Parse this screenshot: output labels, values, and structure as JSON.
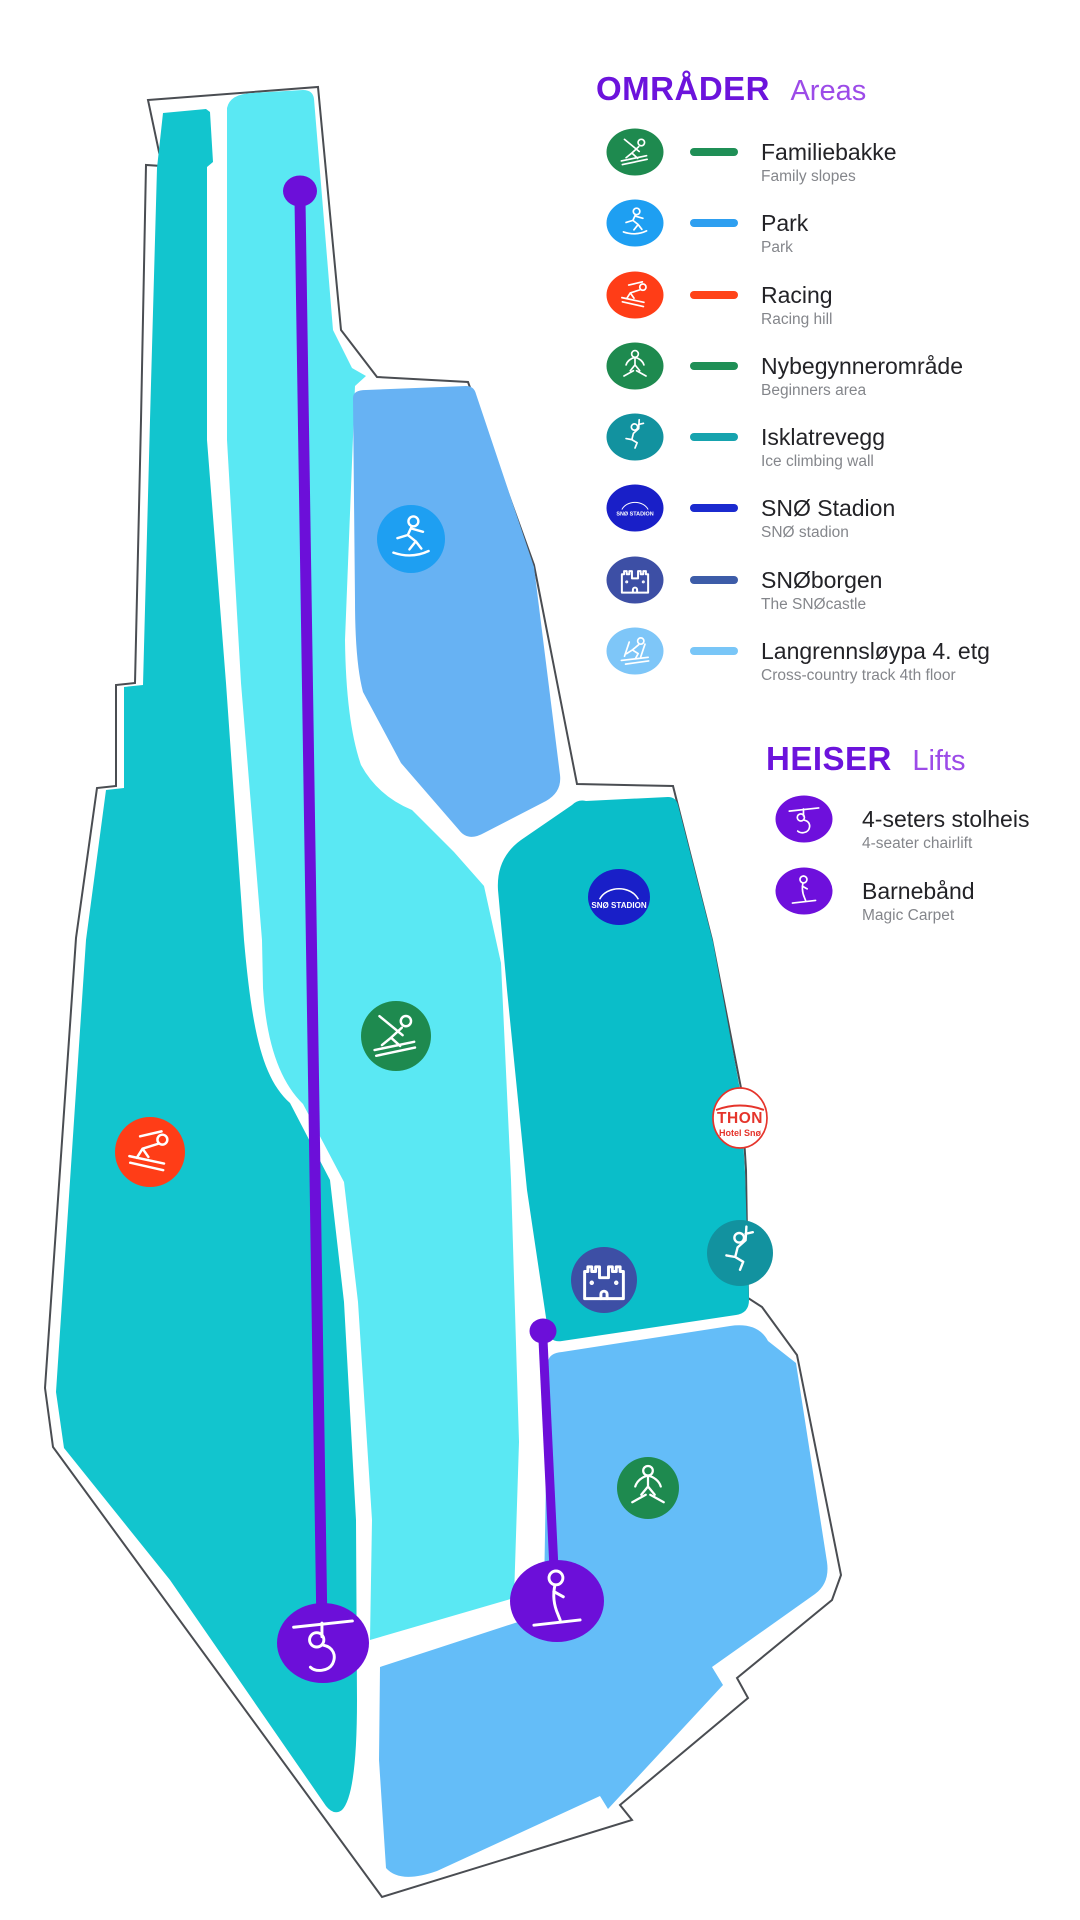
{
  "legend": {
    "areas_header": {
      "title": "OMRÅDER",
      "subtitle": "Areas"
    },
    "lifts_header": {
      "title": "HEISER",
      "subtitle": "Lifts"
    },
    "areas": [
      {
        "label": "Familiebakke",
        "sublabel": "Family slopes",
        "swatch": "#1F8F56",
        "icon_bg": "#1E8A4F",
        "icon": "alpine-skier"
      },
      {
        "label": "Park",
        "sublabel": "Park",
        "swatch": "#2E9FF0",
        "icon_bg": "#1E9FF2",
        "icon": "snowboarder"
      },
      {
        "label": "Racing",
        "sublabel": "Racing hill",
        "swatch": "#FF4419",
        "icon_bg": "#FF3D17",
        "icon": "downhill-racer"
      },
      {
        "label": "Nybegynnerområde",
        "sublabel": "Beginners area",
        "swatch": "#1F8F56",
        "icon_bg": "#1E8A4F",
        "icon": "beginner-skier"
      },
      {
        "label": "Isklatrevegg",
        "sublabel": "Ice climbing wall",
        "swatch": "#16A3AE",
        "icon_bg": "#12929F",
        "icon": "ice-climber"
      },
      {
        "label": "SNØ Stadion",
        "sublabel": "SNØ stadion",
        "swatch": "#1B2ACF",
        "icon_bg": "#191FC8",
        "icon": "stadium"
      },
      {
        "label": "SNØborgen",
        "sublabel": "The SNØcastle",
        "swatch": "#3D5CA8",
        "icon_bg": "#3D4FA5",
        "icon": "castle"
      },
      {
        "label": "Langrennsløypa 4. etg",
        "sublabel": "Cross-country track 4th floor",
        "swatch": "#79C6F7",
        "icon_bg": "#7EC6F8",
        "icon": "cross-country-skier"
      }
    ],
    "lifts": [
      {
        "label": "4-seters stolheis",
        "sublabel": "4-seater chairlift",
        "icon_bg": "#6E10DC",
        "icon": "chairlift"
      },
      {
        "label": "Barnebånd",
        "sublabel": "Magic Carpet",
        "icon_bg": "#6E10DC",
        "icon": "magic-carpet"
      }
    ]
  },
  "map": {
    "hotel_logo": {
      "name": "THON",
      "subtitle": "Hotel Snø",
      "color": "#E5342B"
    },
    "stadium_marker_text": "SNØ STADION",
    "colors": {
      "outline_fill": "#FFFFFF",
      "outline_stroke": "#4A4D52",
      "main_slope_teal": "#12C5CE",
      "main_run_cyan": "#5AE8F3",
      "park_blue": "#67B2F3",
      "stadium_teal": "#0ABEC9",
      "beginners_blue": "#64BDF8",
      "lift_purple": "#6C0FD9"
    },
    "marker_colors": {
      "park": "#1E9FF2",
      "family_slopes": "#1E8A4F",
      "racing": "#FF3D17",
      "sno_stadion": "#191FC8",
      "snoborgen": "#3D4FA5",
      "ice_climbing": "#12929F",
      "beginners": "#1E8A4F"
    }
  }
}
